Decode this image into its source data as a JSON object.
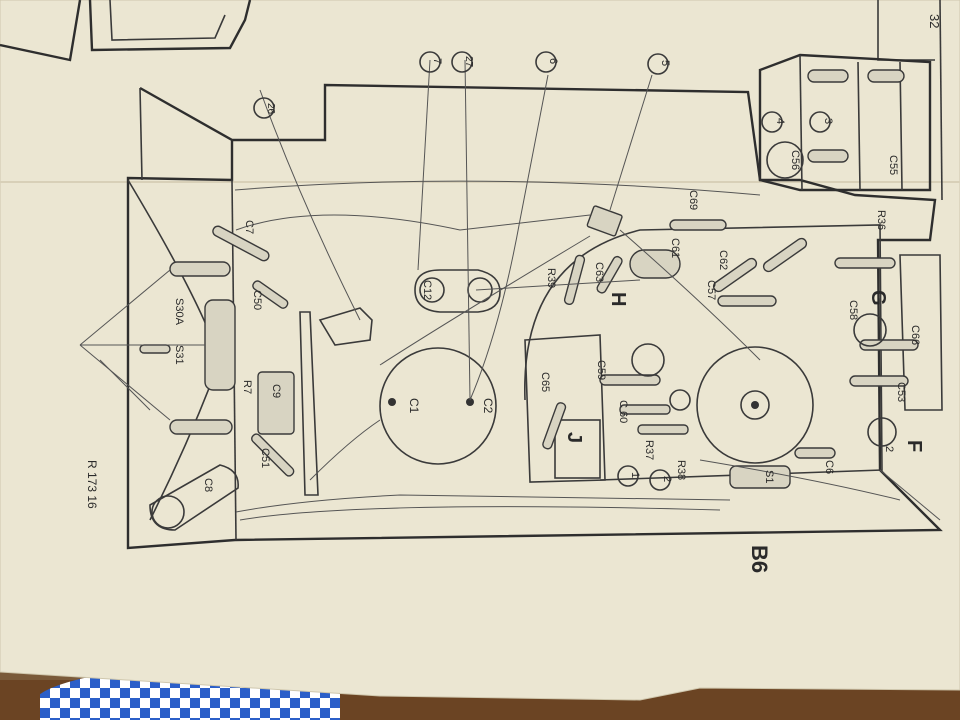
{
  "diagram": {
    "page_number": "32",
    "drawing_ref": "R 173 16",
    "board_label": "B6",
    "section_letters": [
      "F",
      "G",
      "H",
      "J"
    ],
    "callouts": [
      "2",
      "3",
      "4",
      "5",
      "6",
      "7",
      "1",
      "2",
      "26",
      "27"
    ],
    "labels": {
      "c1": "C1",
      "c2": "C2",
      "c7": "C7",
      "c8": "C8",
      "c9": "C9",
      "c12": "C12",
      "c50": "C50",
      "c51": "C51",
      "c53": "C53",
      "c55": "C55",
      "c56": "C56",
      "c57": "C57",
      "c58": "C58",
      "c59": "C59",
      "c60": "C 60",
      "c61": "C61",
      "c62": "C62",
      "c63": "C63",
      "c65": "C65",
      "c66": "C66",
      "c69": "C69",
      "c6x": "C6",
      "r7": "R7",
      "r36": "R36",
      "r37": "R37",
      "r38": "R38",
      "r39": "R39",
      "s30a": "S30A",
      "s31": "S31",
      "s1": "S1"
    }
  }
}
